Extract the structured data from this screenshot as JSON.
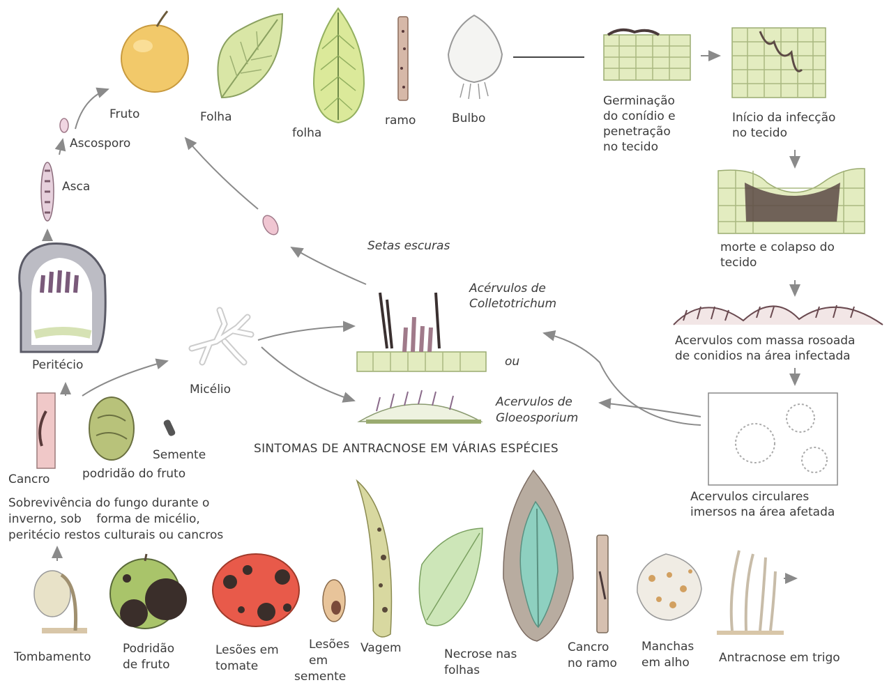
{
  "labels": {
    "fruto": "Fruto",
    "folha1": "Folha",
    "folha2": "folha",
    "ramo": "ramo",
    "bulbo": "Bulbo",
    "germinacao": [
      "Germinação",
      "do conídio e",
      "penetração",
      "no tecido"
    ],
    "inicio": [
      "Início da infecção",
      "no tecido"
    ],
    "morte": [
      "morte e colapso do",
      "tecido"
    ],
    "acervulos_massa": [
      "Acervulos com massa rosoada",
      "de conidios na área infectada"
    ],
    "acervulos_circ": [
      "Acervulos circulares",
      "imersos na área afetada"
    ],
    "ascosporo": "Ascosporo",
    "asca": "Asca",
    "peritecio": "Peritécio",
    "micelio": "Micélio",
    "setas": "Setas escuras",
    "colleto": [
      "Acérvulos de",
      "Colletotrichum"
    ],
    "ou": "ou",
    "gloeo": [
      "Acervulos de",
      "Gloeosporium"
    ],
    "title": "SINTOMAS DE ANTRACNOSE EM VÁRIAS ESPÉCIES",
    "semente": "Semente",
    "cancro": "Cancro",
    "podridao": "podridão do fruto",
    "sobrevivencia": [
      "Sobrevivência do fungo durante o",
      "inverno, sob    forma de micélio,",
      "peritécio restos culturais ou cancros"
    ],
    "tombamento": "Tombamento",
    "podridao_fruto": [
      "Podridão",
      "de fruto"
    ],
    "lesoes_tomate": [
      "Lesões em",
      "tomate"
    ],
    "lesoes_semente": [
      "Lesões",
      "em",
      "semente"
    ],
    "vagem": "Vagem",
    "necrose": [
      "Necrose nas",
      "folhas"
    ],
    "cancro_ramo": [
      "Cancro",
      "no ramo"
    ],
    "manchas": [
      "Manchas",
      "em alho"
    ],
    "trigo": "Antracnose em trigo"
  },
  "colors": {
    "apple": "#f2c96a",
    "leaf": "#d9e6a6",
    "tissue": "#e3ecc0",
    "dark_tissue": "#5c4a45",
    "arrow": "#8a8a8a",
    "tomato": "#e85a4a",
    "lesion": "#3a2e2a"
  }
}
